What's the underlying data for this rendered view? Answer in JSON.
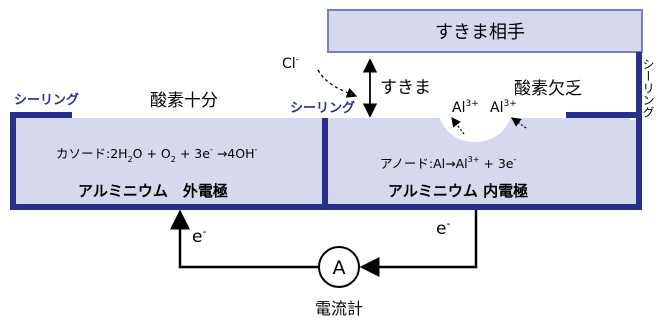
{
  "crevice_partner_label": "すきま相手",
  "crevice_label": "すきま",
  "sealing_left_label": "シーリング",
  "sealing_mid_label": "シーリング",
  "sealing_right_label": "シーリング",
  "oxygen_sufficient_label": "酸素十分",
  "oxygen_deficient_label": "酸素欠乏",
  "chloride_label": "Cl",
  "chloride_charge": "-",
  "al_ion_left": "Al",
  "al_ion_left_sup": "3+",
  "al_ion_right": "Al",
  "al_ion_right_sup": "3+",
  "cathode_reaction": {
    "prefix": "カソード:2H",
    "sub1": "2",
    "mid1": "O + O",
    "sub2": "2",
    "mid2": " + 3e",
    "sup1": "-",
    "arrow": " →4OH",
    "sup2": "-"
  },
  "anode_reaction": {
    "prefix": "アノード:Al→Al",
    "sup1": "3+",
    "mid": " + 3e",
    "sup2": "-"
  },
  "outer_electrode_label": "アルミニウム　外電極",
  "inner_electrode_label": "アルミニウム 内電極",
  "electron_left": "e",
  "electron_left_sup": "-",
  "electron_right": "e",
  "electron_right_sup": "-",
  "ammeter_symbol": "A",
  "ammeter_label": "電流計",
  "colors": {
    "electrode_fill": "#d6d8ee",
    "electrode_border": "#2b2e8c",
    "partner_fill": "#d6d8ee",
    "partner_border": "#7b7fb8",
    "sealing": "#2b2e8c"
  }
}
